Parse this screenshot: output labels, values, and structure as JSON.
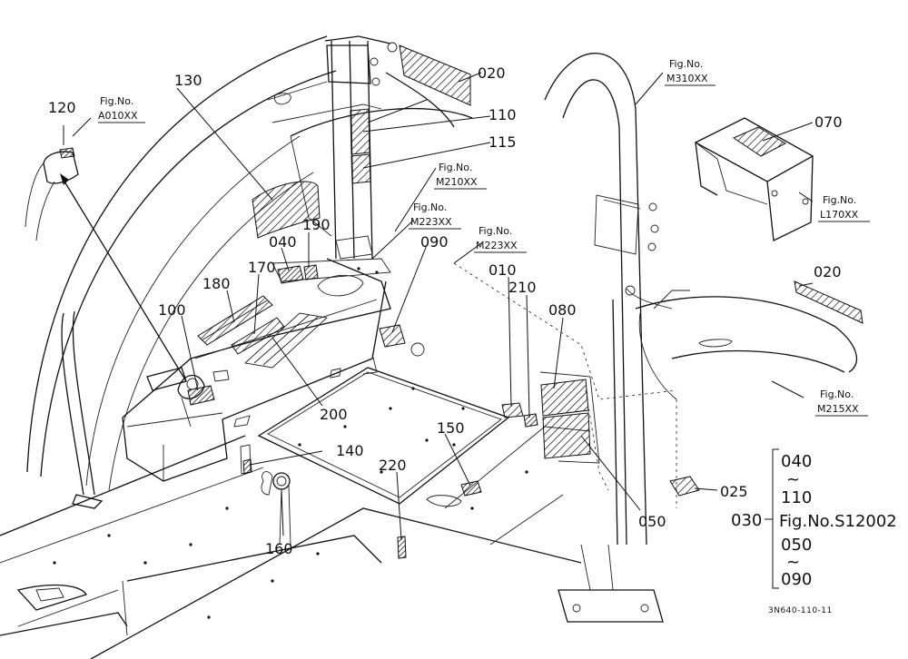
{
  "callouts": {
    "c120": "120",
    "c130": "130",
    "c020a": "020",
    "c110": "110",
    "c115": "115",
    "c070": "070",
    "c190": "190",
    "c040": "040",
    "c090": "090",
    "c180": "180",
    "c170": "170",
    "c010": "010",
    "c210": "210",
    "c080": "080",
    "c020b": "020",
    "c100": "100",
    "c200": "200",
    "c150": "150",
    "c140": "140",
    "c220": "220",
    "c160": "160",
    "c050": "050",
    "c025": "025"
  },
  "fig_refs": {
    "a010": [
      "Fig.No.",
      "A010XX"
    ],
    "m310": [
      "Fig.No.",
      "M310XX"
    ],
    "m210": [
      "Fig.No.",
      "M210XX"
    ],
    "m223a": [
      "Fig.No.",
      "M223XX"
    ],
    "m223b": [
      "Fig.No.",
      "M223XX"
    ],
    "l170": [
      "Fig.No.",
      "L170XX"
    ],
    "m215": [
      "Fig.No.",
      "M215XX"
    ]
  },
  "bracket": {
    "label": "030",
    "top_from": "040",
    "tilde1": "~",
    "top_to": "110",
    "fig": "Fig.No.S12002",
    "bottom_from": "050",
    "tilde2": "~",
    "bottom_to": "090"
  },
  "drawing_no": "3N640-110-11"
}
